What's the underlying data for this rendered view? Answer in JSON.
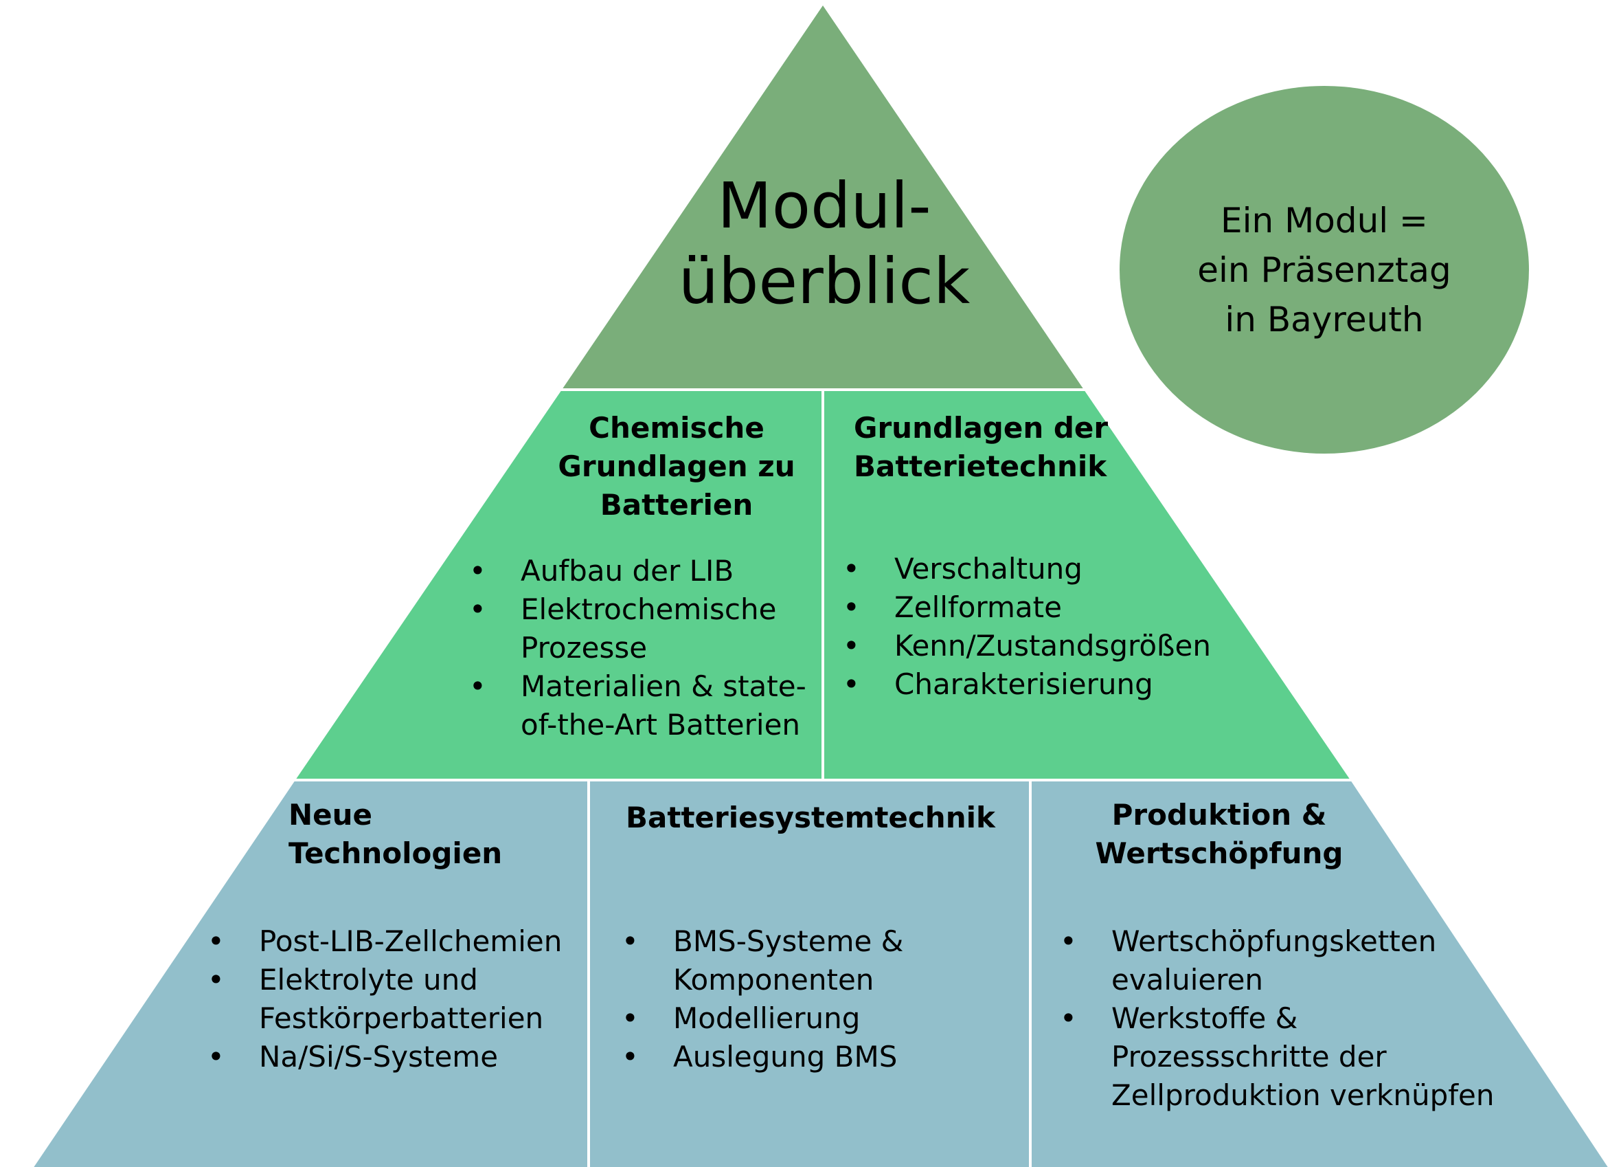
{
  "colors": {
    "top": "#7aae7a",
    "middle": "#5dcf8e",
    "bottom": "#92bfcb",
    "circle": "#7aae7a",
    "divider": "#ffffff"
  },
  "title": {
    "line1": "Modul-",
    "line2": "überblick"
  },
  "note": {
    "line1": "Ein Modul =",
    "line2": "ein Präsenztag",
    "line3": "in Bayreuth"
  },
  "middle": [
    {
      "heading": [
        "Chemische",
        "Grundlagen zu",
        "Batterien"
      ],
      "items": [
        "Aufbau der LIB",
        "Elektrochemische Prozesse",
        "Materialien & state-of-the-Art Batterien"
      ]
    },
    {
      "heading": [
        "Grundlagen der",
        "Batterietechnik"
      ],
      "items": [
        "Verschaltung",
        "Zellformate",
        "Kenn/Zustandsgrößen",
        "Charakterisierung"
      ]
    }
  ],
  "bottom": [
    {
      "heading": [
        "Neue Technologien"
      ],
      "items": [
        "Post-LIB-Zellchemien",
        "Elektrolyte und Festkörperbatterien",
        "Na/Si/S-Systeme"
      ]
    },
    {
      "heading": [
        "Batteriesystemtechnik"
      ],
      "items": [
        "BMS-Systeme & Komponenten",
        "Modellierung",
        "Auslegung BMS"
      ]
    },
    {
      "heading": [
        "Produktion &",
        "Wertschöpfung"
      ],
      "items": [
        "Wertschöpfungsketten evaluieren",
        "Werkstoffe & Prozessschritte der Zellproduktion verknüpfen"
      ]
    }
  ]
}
